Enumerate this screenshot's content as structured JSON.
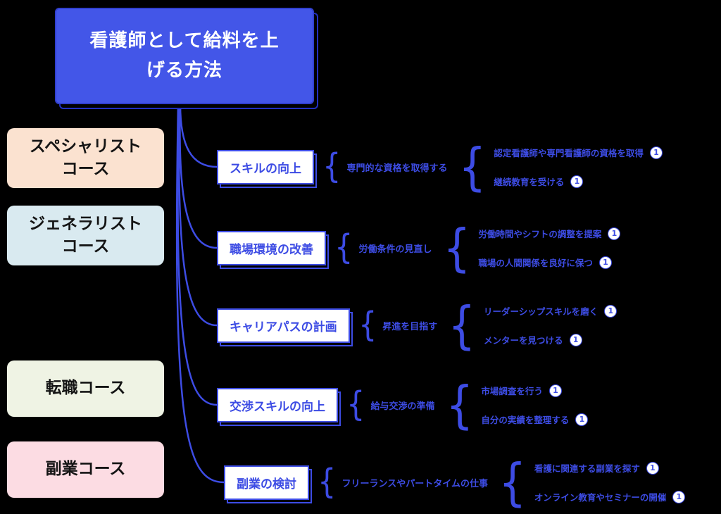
{
  "title": "看護師として給料を上\nげる方法",
  "brace": "{",
  "courses": [
    {
      "label": "スペシャリスト\nコース"
    },
    {
      "label": "ジェネラリスト\nコース"
    },
    {
      "label": "転職コース"
    },
    {
      "label": "副業コース"
    }
  ],
  "branches": [
    {
      "node": "スキルの向上",
      "mid": "専門的な資格を取得する",
      "leaves": [
        {
          "text": "認定看護師や専門看護師の資格を取得",
          "badge": "1"
        },
        {
          "text": "継続教育を受ける",
          "badge": "1"
        }
      ]
    },
    {
      "node": "職場環境の改善",
      "mid": "労働条件の見直し",
      "leaves": [
        {
          "text": "労働時間やシフトの調整を提案",
          "badge": "1"
        },
        {
          "text": "職場の人間関係を良好に保つ",
          "badge": "1"
        }
      ]
    },
    {
      "node": "キャリアパスの計画",
      "mid": "昇進を目指す",
      "leaves": [
        {
          "text": "リーダーシップスキルを磨く",
          "badge": "1"
        },
        {
          "text": "メンターを見つける",
          "badge": "1"
        }
      ]
    },
    {
      "node": "交渉スキルの向上",
      "mid": "給与交渉の準備",
      "leaves": [
        {
          "text": "市場調査を行う",
          "badge": "1"
        },
        {
          "text": "自分の実績を整理する",
          "badge": "1"
        }
      ]
    },
    {
      "node": "副業の検討",
      "mid": "フリーランスやパートタイムの仕事",
      "leaves": [
        {
          "text": "看護に関連する副業を探す",
          "badge": "1"
        },
        {
          "text": "オンライン教育やセミナーの開催",
          "badge": "1"
        }
      ]
    }
  ],
  "colors": {
    "background": "#000000",
    "accent_blue": "#3d4ce4",
    "title_bg": "#4356e8",
    "course_colors": [
      "#fbe2d0",
      "#d9eaf0",
      "#eff3e4",
      "#fcdce3"
    ]
  }
}
